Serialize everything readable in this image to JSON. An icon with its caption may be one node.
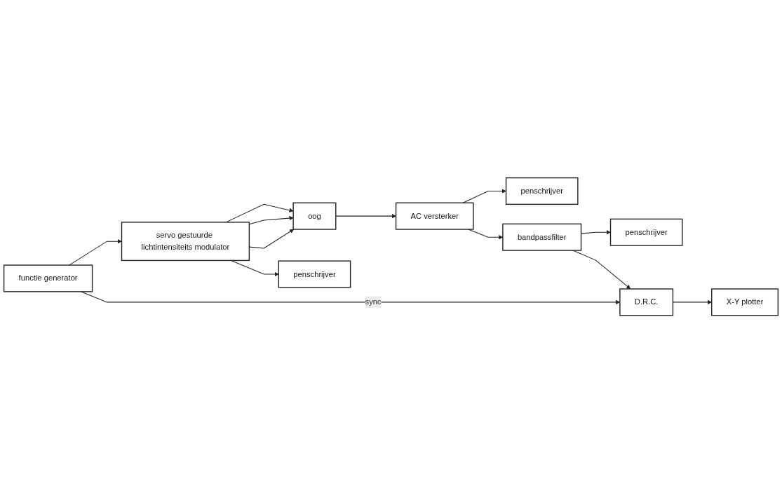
{
  "diagram": {
    "nodes": [
      {
        "text": [
          "functie generator"
        ]
      },
      {
        "text": [
          "servo gestuurde lichtintensiteits modulator"
        ]
      },
      {
        "text": [
          "oog"
        ]
      },
      {
        "text": [
          "penschrijver"
        ]
      },
      {
        "text": [
          "AC versterker"
        ]
      },
      {
        "text": [
          "penschrijver"
        ]
      },
      {
        "text": [
          "bandpassfilter"
        ]
      },
      {
        "text": [
          "penschrijver"
        ]
      },
      {
        "text": [
          "D.R.C."
        ]
      },
      {
        "text": [
          "X-Y plotter"
        ]
      }
    ],
    "edges": [
      {
        "from": 0,
        "to": 1,
        "arrow": "to"
      },
      {
        "from": 1,
        "to": 2,
        "arrow": "to"
      },
      {
        "from": 1,
        "to": 2,
        "arrow": "to"
      },
      {
        "from": 1,
        "to": 2,
        "arrow": "to"
      },
      {
        "from": 1,
        "to": 3,
        "arrow": "to"
      },
      {
        "from": 2,
        "to": 4,
        "arrow": "to"
      },
      {
        "from": 4,
        "to": 5,
        "arrow": "to"
      },
      {
        "from": 4,
        "to": 6,
        "arrow": "to"
      },
      {
        "from": 6,
        "to": 7,
        "arrow": "to"
      },
      {
        "from": 6,
        "to": 8,
        "arrow": "to"
      },
      {
        "from": 0,
        "to": 8,
        "label": "sync",
        "arrow": "to"
      },
      {
        "from": 8,
        "to": 9,
        "arrow": "to"
      }
    ]
  }
}
